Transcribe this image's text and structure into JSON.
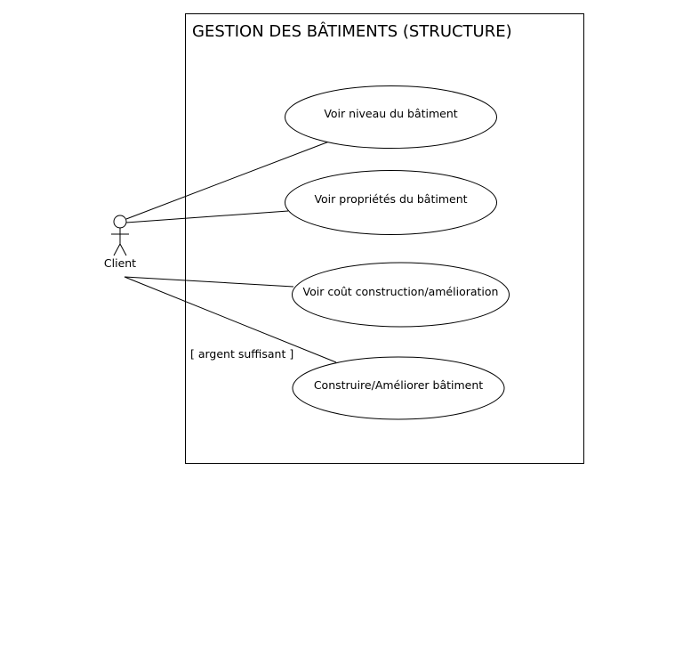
{
  "system": {
    "title": "GESTION DES BÂTIMENTS (STRUCTURE)"
  },
  "actor": {
    "name": "Client"
  },
  "use_cases": [
    {
      "label": "Voir niveau du bâtiment"
    },
    {
      "label": "Voir propriétés du bâtiment"
    },
    {
      "label": "Voir coût construction/amélioration"
    },
    {
      "label": "Construire/Améliorer bâtiment"
    }
  ],
  "guard": {
    "label": "[ argent suffisant ]"
  }
}
